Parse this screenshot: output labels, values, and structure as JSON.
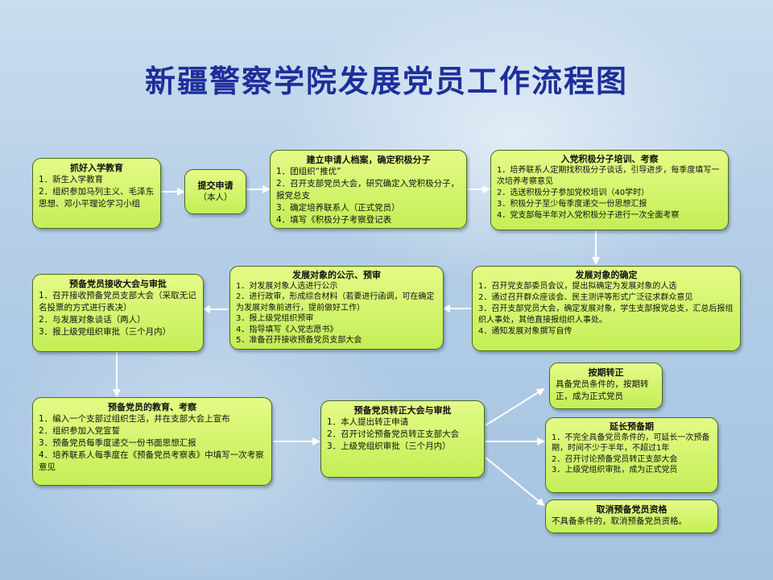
{
  "title": "新疆警察学院发展党员工作流程图",
  "boxes": {
    "entrance": {
      "title": "抓好入学教育",
      "lines": [
        "1．新生入学教育",
        "2．组织参加马列主义、毛泽东思想、邓小平理论学习小组"
      ]
    },
    "apply": {
      "title": "提交申请",
      "lines": [
        "（本人）"
      ]
    },
    "archive": {
      "title": "建立申请人档案，确定积极分子",
      "lines": [
        "1．团组织“推优”",
        "2．召开支部党员大会，研究确定入党积极分子，报党总支",
        "3．确定培养联系人（正式党员）",
        "4．填写《积极分子考察登记表"
      ]
    },
    "training": {
      "title": "入党积极分子培训、考察",
      "lines": [
        "1．培养联系人定期找积极分子谈话，引导进步，每季度填写一次培养考察意见",
        "2．选送积极分子参加党校培训（40学时）",
        "3．积极分子至少每季度递交一份思想汇报",
        "4．党支部每半年对入党积极分子进行一次全面考察"
      ]
    },
    "confirm": {
      "title": "发展对象的确定",
      "lines": [
        "1．召开党支部委员会议，提出拟确定为发展对象的人选",
        "2．通过召开群众座谈会、民主测评等形式广泛征求群众意见",
        "3．召开支部党员大会，确定发展对象，学生支部报党总支，汇总后报组织人事处，其他直接报组织人事处。",
        "4．通知发展对象撰写自传"
      ]
    },
    "publicity": {
      "title": "发展对象的公示、预审",
      "lines": [
        "1．对发展对象人选进行公示",
        "2．进行政审，形成综合材料（若要进行函调，可在确定为发展对象前进行，提前做好工作）",
        "3．报上级党组织预审",
        "4．指导填写《入党志愿书》",
        "5．准备召开接收预备党员支部大会"
      ]
    },
    "accept": {
      "title": "预备党员接收大会与审批",
      "lines": [
        "1．召开接收预备党员支部大会（采取无记名投票的方式进行表决）",
        "2．与发展对象谈话（两人）",
        "3．报上级党组织审批（三个月内）"
      ]
    },
    "educate": {
      "title": "预备党员的教育、考察",
      "lines": [
        "1．编入一个支部过组织生活，并在支部大会上宣布",
        "2．组织参加入党宣誓",
        "3．预备党员每季度递交一份书面思想汇报",
        "4．培养联系人每季度在《预备党员考察表》中填写一次考察意见"
      ]
    },
    "formal": {
      "title": "预备党员转正大会与审批",
      "lines": [
        "1．本人提出转正申请",
        "2．召开讨论预备党员转正支部大会",
        "3．上级党组织审批（三个月内）"
      ]
    },
    "ontime": {
      "title": "按期转正",
      "lines": [
        "具备党员条件的，按期转正，成为正式党员"
      ]
    },
    "extend": {
      "title": "延长预备期",
      "lines": [
        "1．不完全具备党员条件的，可延长一次预备期，时间不少于半年，不超过1年",
        "2．召开讨论预备党员转正支部大会",
        "3．上级党组织审批，成为正式党员"
      ]
    },
    "cancel": {
      "title": "取消预备党员资格",
      "lines": [
        "不具备条件的，取消预备党员资格。"
      ]
    }
  }
}
